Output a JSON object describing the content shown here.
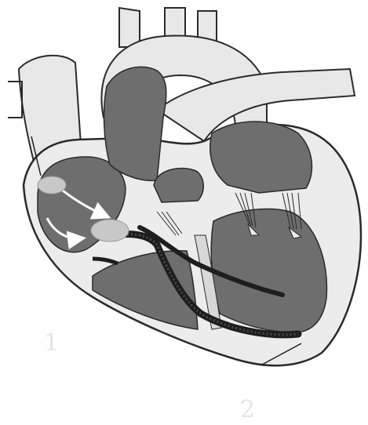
{
  "labels": {
    "marker_1": "1",
    "marker_2": "2"
  },
  "colors": {
    "background": "#ffffff",
    "wall_fill": "#ececec",
    "wall_stroke": "#2a2a2a",
    "chamber_fill": "#6e6e6e",
    "vessel_fill": "#e8e8e8",
    "node_fill": "#c8c8c8",
    "conduction_path": "#1e1e1e",
    "arrow": "#ffffff",
    "label_text": "#e4e4e4"
  },
  "icons": {
    "sa_node": "oval-node",
    "av_node": "oval-node",
    "impulse_arrows": "curved-arrow"
  }
}
